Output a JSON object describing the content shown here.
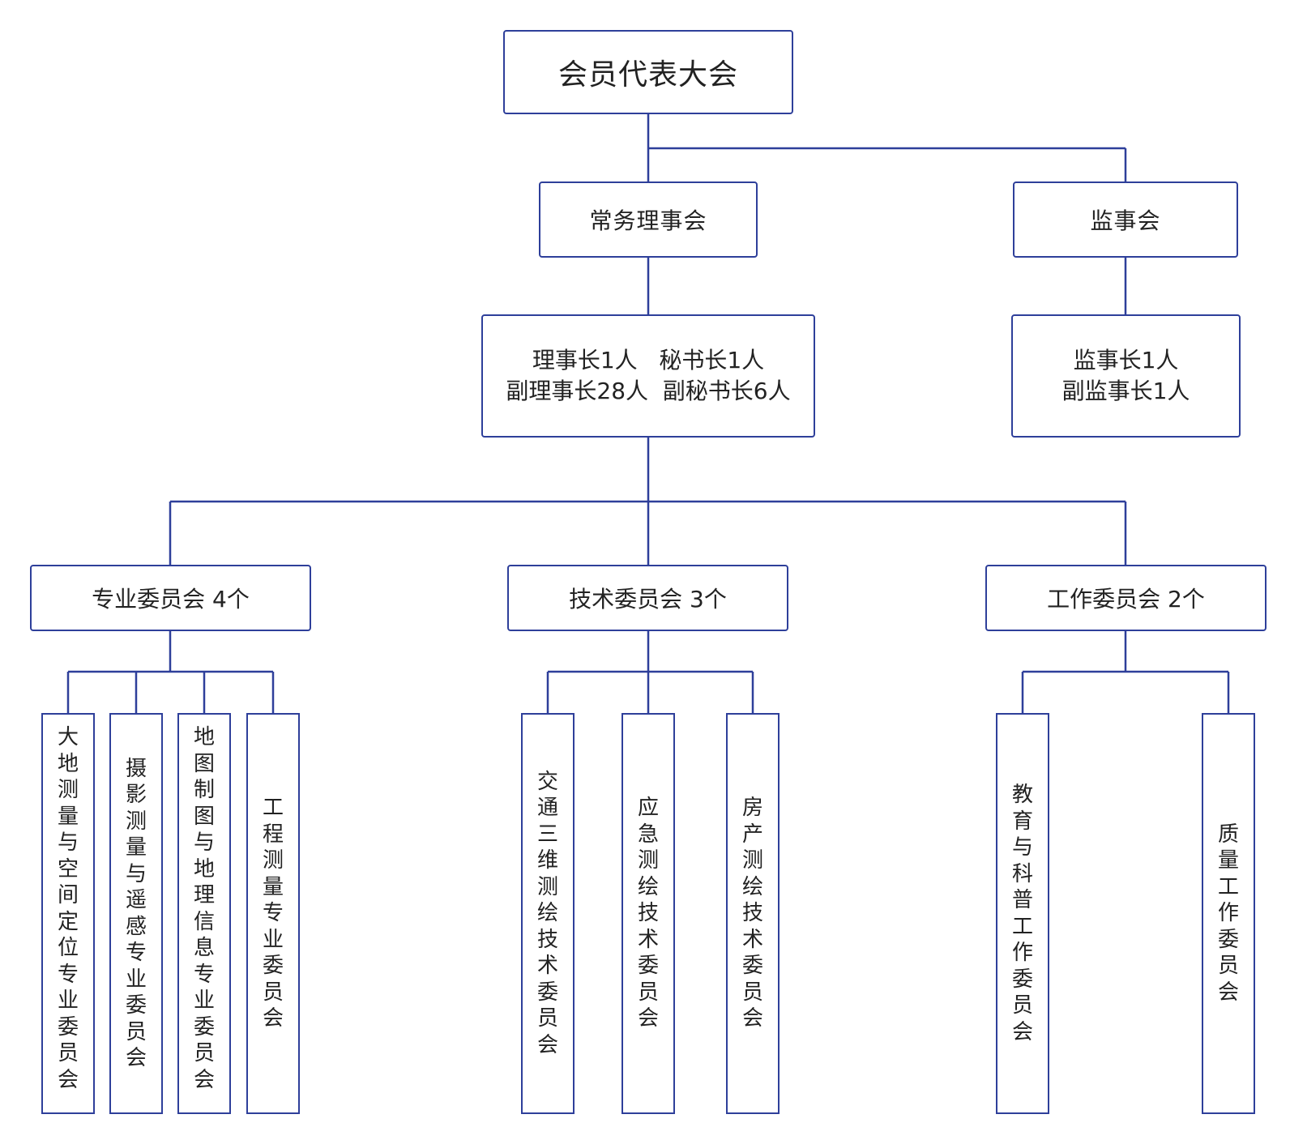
{
  "top": {
    "label": "会员代表大会"
  },
  "standing_council": {
    "label": "常务理事会"
  },
  "supervisory_board": {
    "label": "监事会"
  },
  "council_officers": {
    "line1": "理事长1人   秘书长1人",
    "line2": "副理事长28人  副秘书长6人"
  },
  "supervisory_officers": {
    "line1": "监事长1人",
    "line2": "副监事长1人"
  },
  "groups": [
    {
      "label": "专业委员会 4个",
      "committees": [
        "大地测量与空间定位专业委员会",
        "摄影测量与遥感专业委员会",
        "地图制图与地理信息专业委员会",
        "工程测量专业委员会"
      ]
    },
    {
      "label": "技术委员会 3个",
      "committees": [
        "交通三维测绘技术委员会",
        "应急测绘技术委员会",
        "房产测绘技术委员会"
      ]
    },
    {
      "label": "工作委员会 2个",
      "committees": [
        "教育与科普工作委员会",
        "质量工作委员会"
      ]
    }
  ],
  "colors": {
    "border": "#2e3f9a",
    "line": "#2e3f9a",
    "text": "#222222"
  }
}
